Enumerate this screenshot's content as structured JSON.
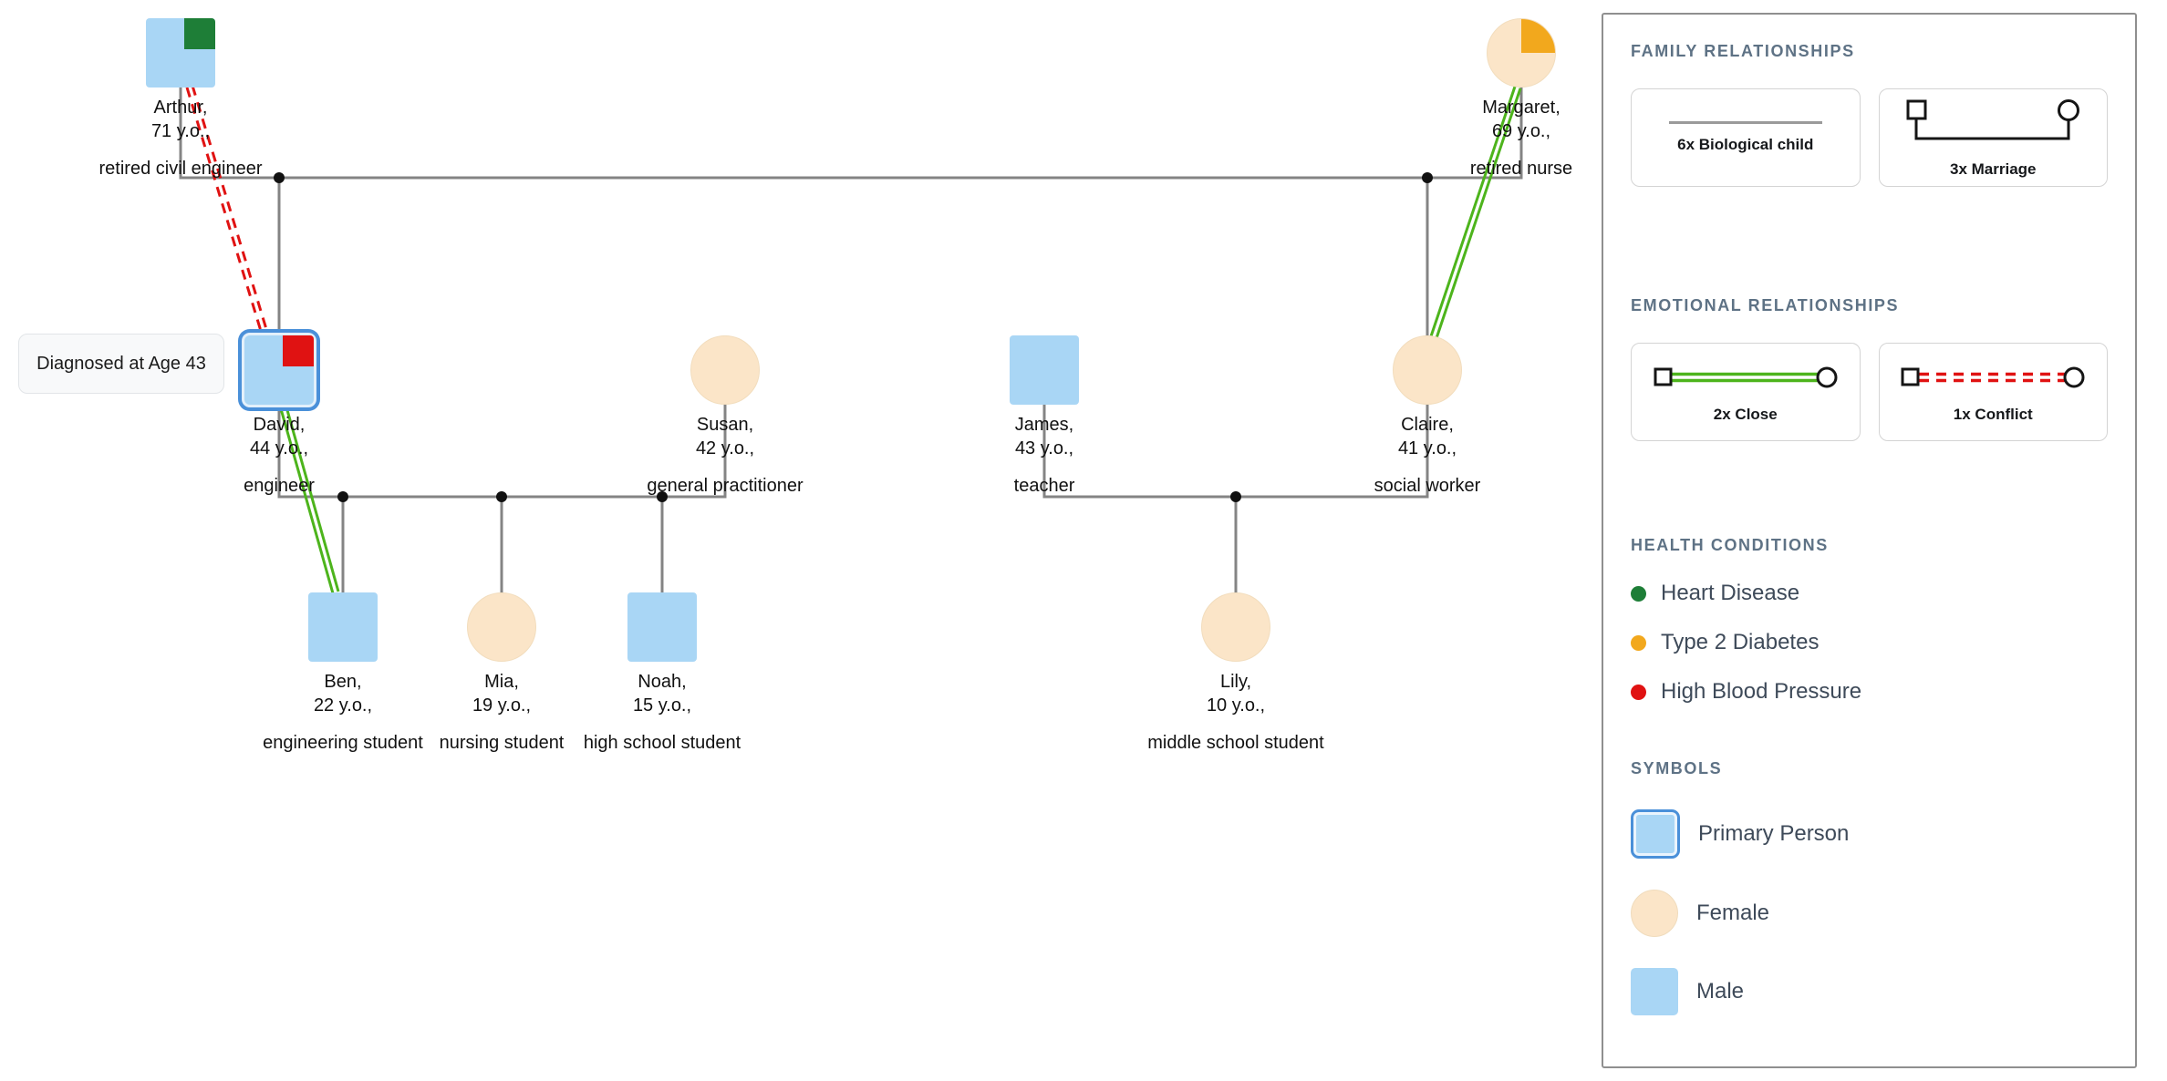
{
  "people": [
    {
      "name": "Arthur,",
      "age": "71 y.o.,",
      "occupation": "retired civil engineer",
      "sex": "male",
      "condition": "Heart Disease"
    },
    {
      "name": "Margaret,",
      "age": "69 y.o.,",
      "occupation": "retired nurse",
      "sex": "female",
      "condition": "Type 2 Diabetes"
    },
    {
      "name": "David,",
      "age": "44 y.o.,",
      "occupation": "engineer",
      "sex": "male",
      "condition": "High Blood Pressure",
      "primary": true
    },
    {
      "name": "Susan,",
      "age": "42 y.o.,",
      "occupation": "general practitioner",
      "sex": "female"
    },
    {
      "name": "James,",
      "age": "43 y.o.,",
      "occupation": "teacher",
      "sex": "male"
    },
    {
      "name": "Claire,",
      "age": "41 y.o.,",
      "occupation": "social worker",
      "sex": "female"
    },
    {
      "name": "Ben,",
      "age": "22 y.o.,",
      "occupation": "engineering student",
      "sex": "male"
    },
    {
      "name": "Mia,",
      "age": "19 y.o.,",
      "occupation": "nursing student",
      "sex": "female"
    },
    {
      "name": "Noah,",
      "age": "15 y.o.,",
      "occupation": "high school student",
      "sex": "male"
    },
    {
      "name": "Lily,",
      "age": "10 y.o.,",
      "occupation": "middle school student",
      "sex": "female"
    }
  ],
  "tooltip": {
    "text": "Diagnosed at Age 43"
  },
  "legend": {
    "family": {
      "header": "FAMILY RELATIONSHIPS",
      "items": [
        {
          "label": "6x Biological child"
        },
        {
          "label": "3x Marriage"
        }
      ]
    },
    "emotional": {
      "header": "EMOTIONAL RELATIONSHIPS",
      "items": [
        {
          "label": "2x Close"
        },
        {
          "label": "1x Conflict"
        }
      ]
    },
    "health": {
      "header": "HEALTH CONDITIONS",
      "items": [
        {
          "label": "Heart Disease",
          "color": "#1e7e37"
        },
        {
          "label": "Type 2 Diabetes",
          "color": "#f2a81d"
        },
        {
          "label": "High Blood Pressure",
          "color": "#e01212"
        }
      ]
    },
    "symbols": {
      "header": "SYMBOLS",
      "items": [
        {
          "label": "Primary Person"
        },
        {
          "label": "Female"
        },
        {
          "label": "Male"
        }
      ]
    }
  },
  "colors": {
    "male_fill": "#a9d6f5",
    "female_fill": "#fbe5c8",
    "primary_border": "#4a90d9",
    "heart_disease": "#1e7e37",
    "type2_diabetes": "#f2a81d",
    "high_blood_pressure": "#e01212",
    "close_line": "#4db41c",
    "conflict_line": "#e01212",
    "family_line": "#848484"
  }
}
